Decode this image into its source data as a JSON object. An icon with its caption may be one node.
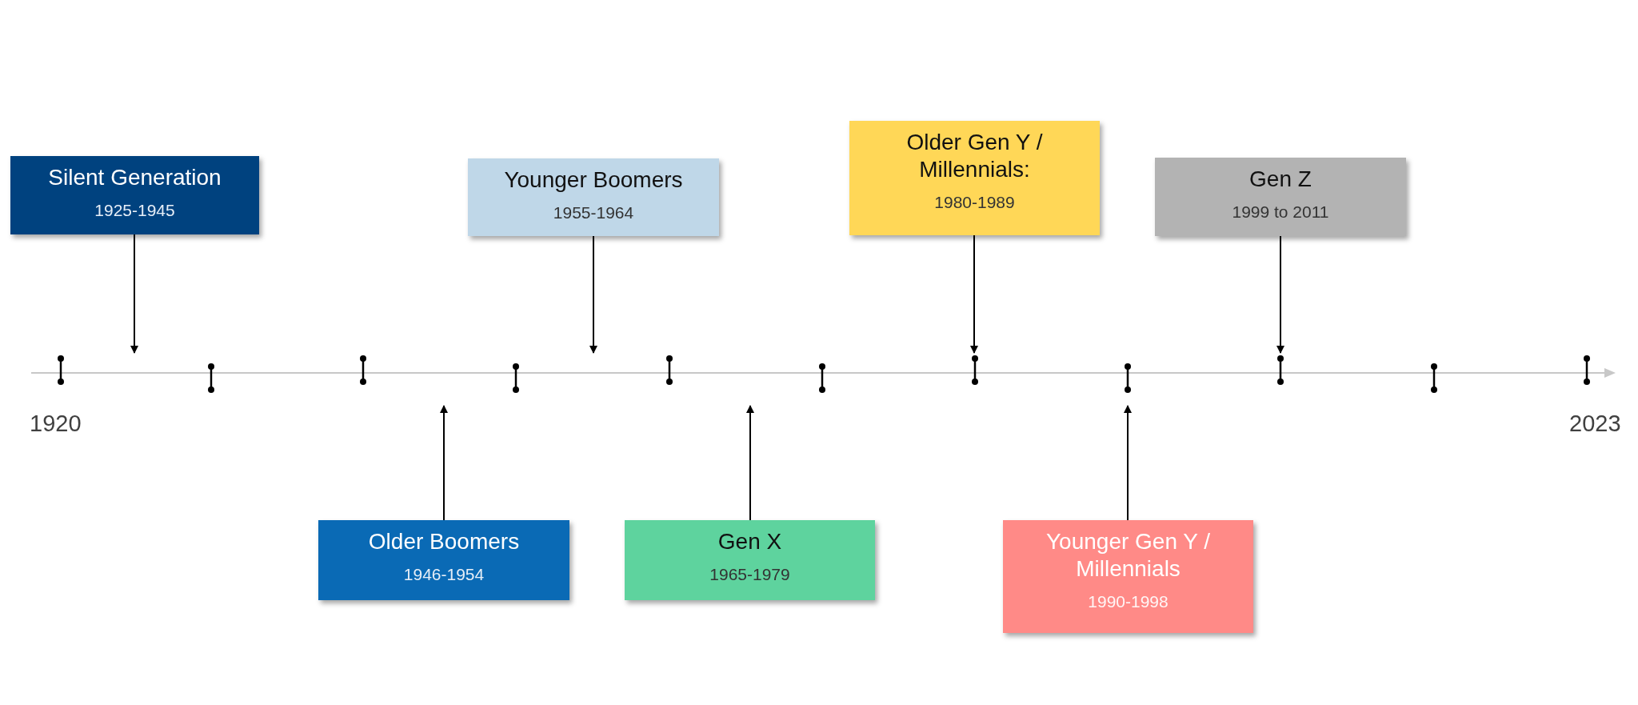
{
  "diagram": {
    "nodes": [
      {
        "text": [
          "Silent Generation",
          "1925-1945"
        ]
      },
      {
        "text": [
          "Younger Boomers",
          "1955-1964"
        ]
      },
      {
        "text": [
          "Older Gen Y / Millennials:",
          "1980-1989"
        ]
      },
      {
        "text": [
          "Gen Z",
          "1999 to 2011"
        ]
      },
      {
        "text": [
          "Older Boomers",
          "1946-1954"
        ]
      },
      {
        "text": [
          "Gen X",
          "1965-1979"
        ]
      },
      {
        "text": [
          "Younger Gen Y / Millennials",
          "1990-1998"
        ]
      }
    ],
    "edges": [
      {
        "from": 0,
        "to": null,
        "arrow": "to"
      },
      {
        "from": 1,
        "to": null,
        "arrow": "to"
      },
      {
        "from": 2,
        "to": null,
        "arrow": "to"
      },
      {
        "from": 3,
        "to": null,
        "arrow": "to"
      },
      {
        "from": 4,
        "to": null,
        "arrow": "to"
      },
      {
        "from": 5,
        "to": null,
        "arrow": "to"
      },
      {
        "from": 6,
        "to": null,
        "arrow": "to"
      }
    ],
    "labels": [
      "1920",
      "2023"
    ]
  }
}
